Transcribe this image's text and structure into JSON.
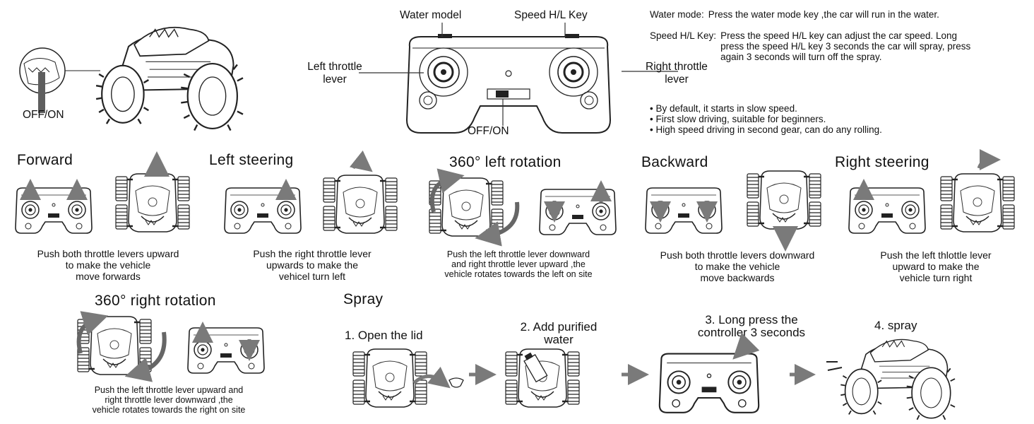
{
  "top": {
    "off_on_car": "OFF/ON",
    "remote_labels": {
      "water_model": "Water model",
      "speed_key": "Speed H/L Key",
      "left_lever_1": "Left throttle",
      "left_lever_2": "lever",
      "right_lever_1": "Right throttle",
      "right_lever_2": "lever",
      "off_on": "OFF/ON"
    },
    "key_notes": {
      "water_label": "Water mode:",
      "water_text": "Press the water mode key ,the car will run in the water.",
      "speed_label": "Speed H/L Key:",
      "speed_text": "Press the speed H/L key can adjust the car speed. Long press the speed H/L key 3 seconds the car will spray, press again 3 seconds will turn off the spray."
    },
    "bullets": [
      "• By default, it starts in slow speed.",
      "• First slow driving, suitable for beginners.",
      "• High speed driving in second gear, can do any rolling."
    ]
  },
  "modes": [
    {
      "title": "Forward",
      "caption": [
        "Push both throttle levers upward",
        "to make the vehicle",
        "move forwards"
      ]
    },
    {
      "title": "Left steering",
      "caption": [
        "Push the right throttle lever",
        "upwards to make the",
        "vehicel turn left"
      ]
    },
    {
      "title": "360° left rotation",
      "caption": [
        "Push the left throttle lever downward",
        "and right throttle lever upward ,the",
        "vehicle rotates towards the left on site"
      ]
    },
    {
      "title": "Backward",
      "caption": [
        "Push both throttle levers downward",
        "to make the vehicle",
        "move backwards"
      ]
    },
    {
      "title": "Right steering",
      "caption": [
        "Push the left thlottle lever",
        "upward to make the",
        "vehicle turn right"
      ]
    },
    {
      "title": "360° right rotation",
      "caption": [
        "Push the left throttle lever upward and",
        "right throttle lever downward ,the",
        "vehicle rotates towards the right on site"
      ]
    }
  ],
  "spray": {
    "title": "Spray",
    "steps": [
      {
        "label": [
          "1. Open the lid"
        ]
      },
      {
        "label": [
          "2. Add purified",
          "water"
        ]
      },
      {
        "label": [
          "3. Long press the",
          "controller 3 seconds"
        ]
      },
      {
        "label": [
          "4. spray"
        ]
      }
    ]
  },
  "colors": {
    "ink": "#111111",
    "arrow_gray": "#7a7a7a",
    "line_gray": "#555555"
  }
}
